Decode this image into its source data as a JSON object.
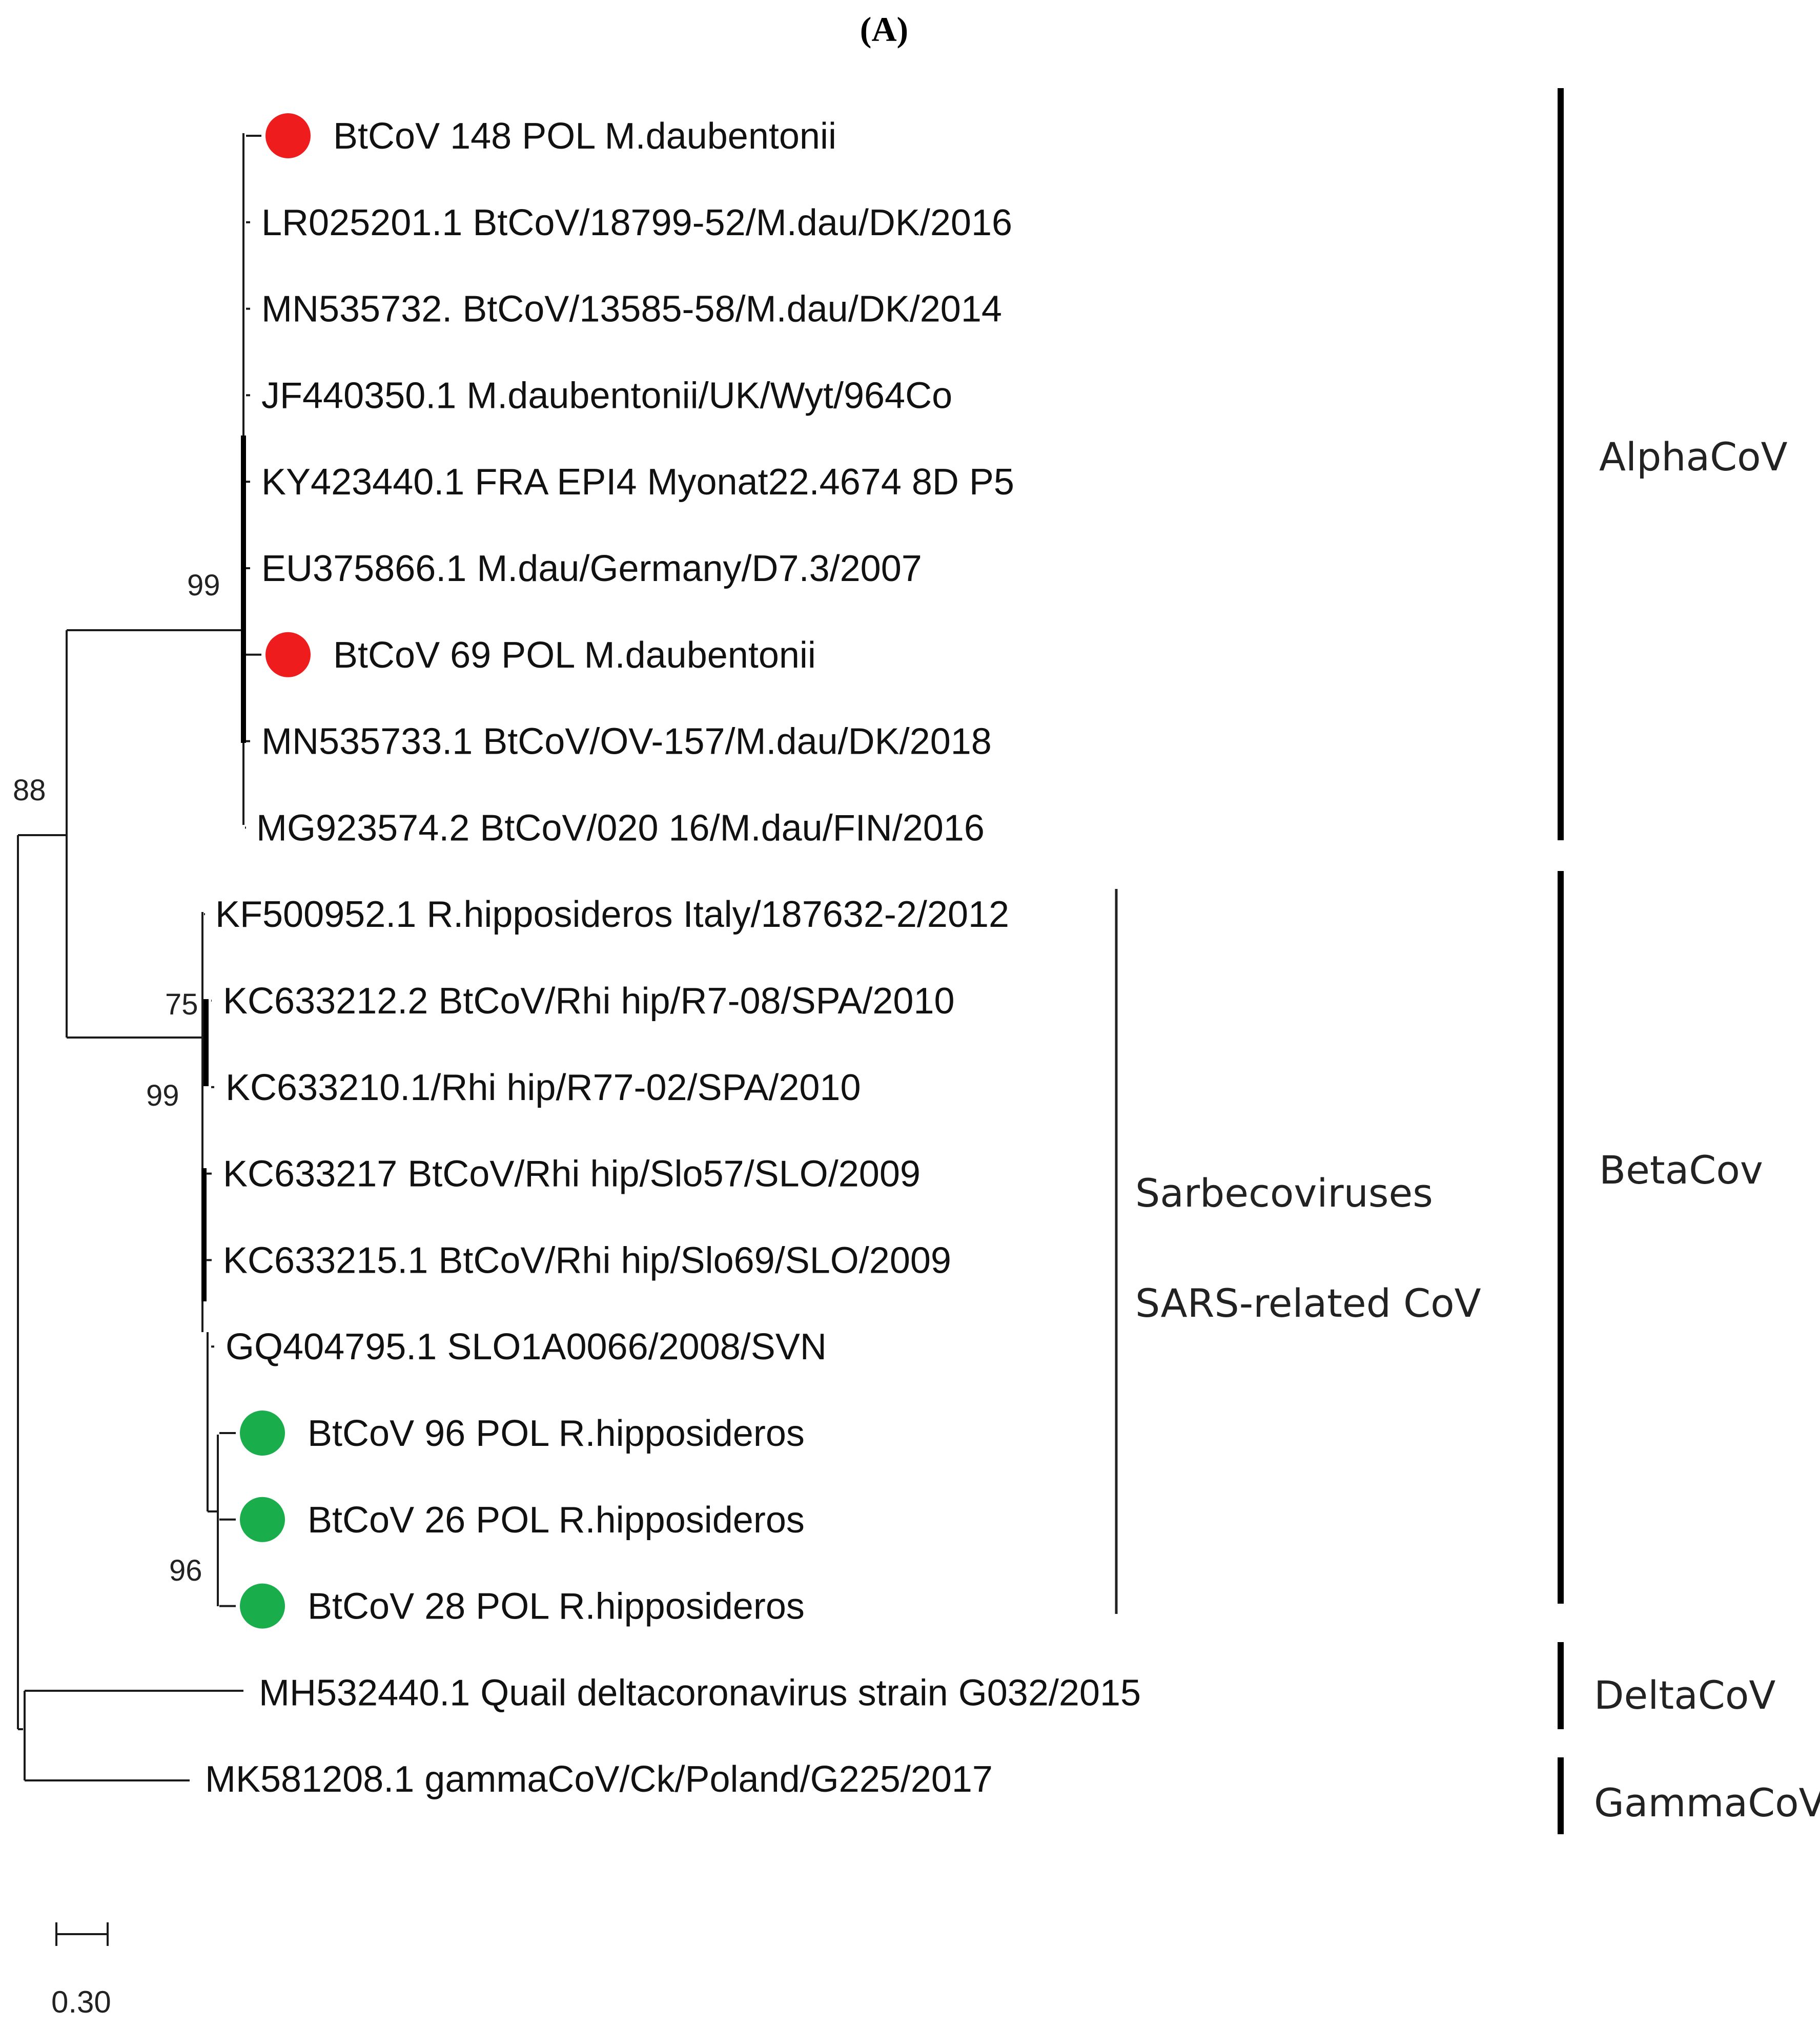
{
  "panel_label": "(A)",
  "leaves": [
    {
      "label": "BtCoV 148 POL M.daubentonii",
      "marker": "red-dot"
    },
    {
      "label": "LR025201.1 BtCoV/18799-52/M.dau/DK/2016",
      "marker": null
    },
    {
      "label": "MN535732. BtCoV/13585-58/M.dau/DK/2014",
      "marker": null
    },
    {
      "label": "JF440350.1 M.daubentonii/UK/Wyt/964Co",
      "marker": null
    },
    {
      "label": "KY423440.1 FRA EPI4 Myonat22.4674 8D P5",
      "marker": null
    },
    {
      "label": "EU375866.1 M.dau/Germany/D7.3/2007",
      "marker": null
    },
    {
      "label": "BtCoV 69 POL M.daubentonii",
      "marker": "red-dot"
    },
    {
      "label": "MN535733.1 BtCoV/OV-157/M.dau/DK/2018",
      "marker": null
    },
    {
      "label": "MG923574.2 BtCoV/020 16/M.dau/FIN/2016",
      "marker": null
    },
    {
      "label": "KF500952.1 R.hipposideros Italy/187632-2/2012",
      "marker": null
    },
    {
      "label": "KC633212.2 BtCoV/Rhi hip/R7-08/SPA/2010",
      "marker": null
    },
    {
      "label": "KC633210.1/Rhi hip/R77-02/SPA/2010",
      "marker": null
    },
    {
      "label": "KC633217 BtCoV/Rhi hip/Slo57/SLO/2009",
      "marker": null
    },
    {
      "label": "KC633215.1 BtCoV/Rhi hip/Slo69/SLO/2009",
      "marker": null
    },
    {
      "label": "GQ404795.1 SLO1A0066/2008/SVN",
      "marker": null
    },
    {
      "label": "BtCoV 96 POL R.hipposideros",
      "marker": "green-dot"
    },
    {
      "label": "BtCoV 26 POL R.hipposideros",
      "marker": "green-dot"
    },
    {
      "label": "BtCoV 28 POL R.hipposideros",
      "marker": "green-dot"
    },
    {
      "label": "MH532440.1 Quail deltacoronavirus strain G032/2015",
      "marker": null
    },
    {
      "label": "MK581208.1 gammaCoV/Ck/Poland/G225/2017",
      "marker": null
    }
  ],
  "bootstrap": {
    "alpha_clade": "99",
    "root_split": "88",
    "sarbeco_clade": "99",
    "kc633212_node": "75",
    "polish_rhi_clade": "96"
  },
  "groups": {
    "alpha": "AlphaCoV",
    "beta": "BetaCov",
    "delta": "DeltaCoV",
    "gamma": "GammaCoV",
    "sarbeco_line1": "Sarbecoviruses",
    "sarbeco_line2": "SARS-related CoV"
  },
  "scale_bar": "0.30",
  "colors": {
    "red_marker": "#ee1c1c",
    "green_marker": "#1aad4c"
  }
}
